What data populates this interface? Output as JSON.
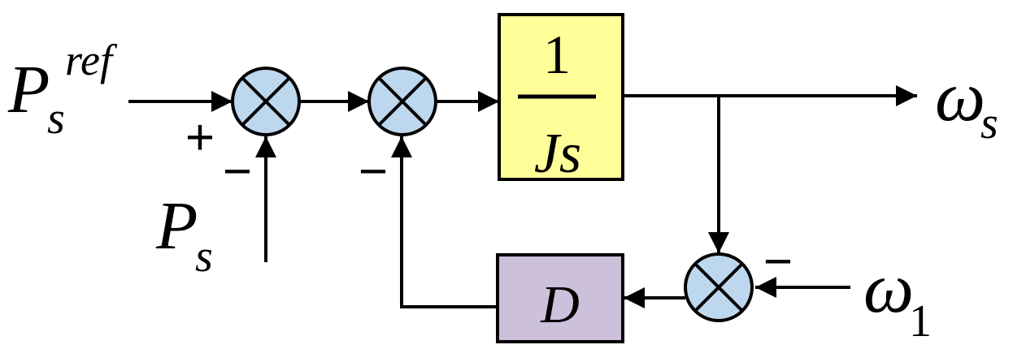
{
  "signals": {
    "input_main": "P",
    "input_main_sub": "s",
    "input_main_sup": "ref",
    "input_meas": "P",
    "input_meas_sub": "s",
    "output": "ω",
    "output_sub": "s",
    "ref_freq": "ω",
    "ref_freq_sub": "1"
  },
  "blocks": {
    "inertia_numerator": "1",
    "inertia_denominator": "Js",
    "damping": "D"
  },
  "signs": {
    "sum1_plus": "+",
    "sum1_minus": "−",
    "sum2_minus": "−",
    "sum3_minus": "−"
  },
  "colors": {
    "summing_junction": "#bdd7ee",
    "inertia_block": "#ffff99",
    "damping_block": "#ccc0da"
  }
}
